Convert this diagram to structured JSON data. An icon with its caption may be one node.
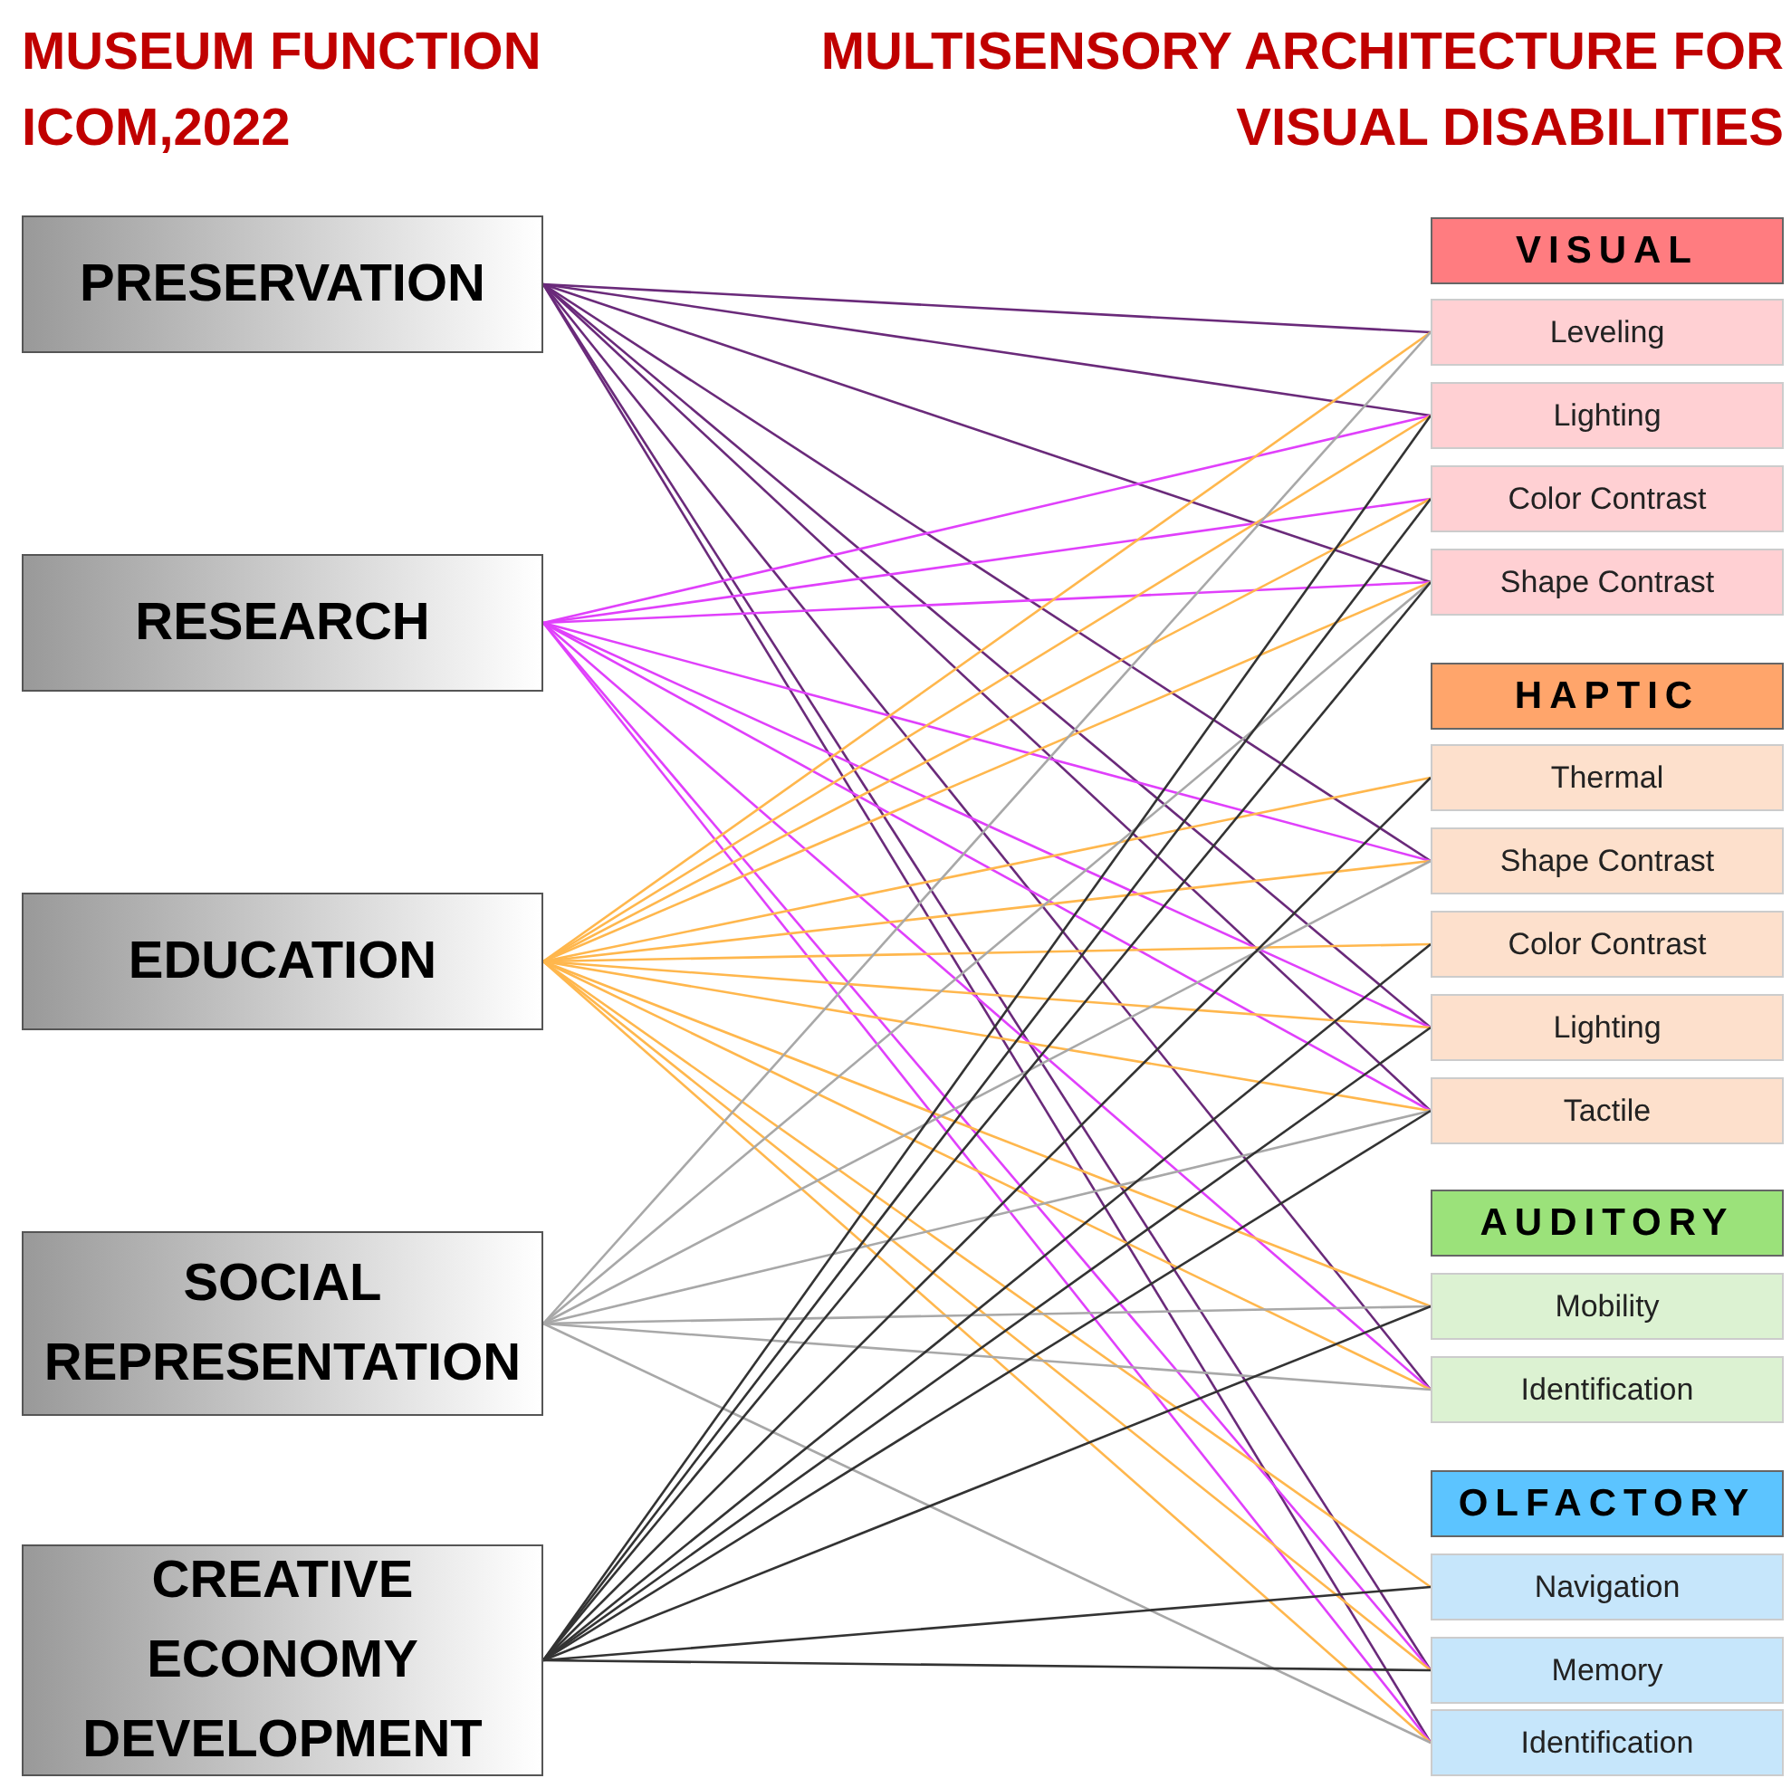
{
  "diagram": {
    "labels": [
      "MUSEUM FUNCTION ICOM,2022",
      "MULTISENSORY ARCHITECTURE FOR VISUAL DISABILITIES"
    ],
    "nodes": [
      {
        "text": [
          "PRESERVATION"
        ]
      },
      {
        "text": [
          "RESEARCH"
        ]
      },
      {
        "text": [
          "EDUCATION"
        ]
      },
      {
        "text": [
          "SOCIAL REPRESENTATION"
        ]
      },
      {
        "text": [
          "CREATIVE ECONOMY DEVELOPMENT"
        ]
      },
      {
        "text": [
          "VISUAL"
        ]
      },
      {
        "text": [
          "Leveling"
        ]
      },
      {
        "text": [
          "Lighting"
        ]
      },
      {
        "text": [
          "Color Contrast"
        ]
      },
      {
        "text": [
          "Shape Contrast"
        ]
      },
      {
        "text": [
          "HAPTIC"
        ]
      },
      {
        "text": [
          "Thermal"
        ]
      },
      {
        "text": [
          "Shape Contrast"
        ]
      },
      {
        "text": [
          "Color Contrast"
        ]
      },
      {
        "text": [
          "Lighting"
        ]
      },
      {
        "text": [
          "Tactile"
        ]
      },
      {
        "text": [
          "AUDITORY"
        ]
      },
      {
        "text": [
          "Mobility"
        ]
      },
      {
        "text": [
          "Identification"
        ]
      },
      {
        "text": [
          "OLFACTORY"
        ]
      },
      {
        "text": [
          "Navigation"
        ]
      },
      {
        "text": [
          "Memory"
        ]
      },
      {
        "text": [
          "Identification"
        ]
      }
    ],
    "edges": [
      {
        "from": 0,
        "to": 6,
        "arrow": "none",
        "color": "#6a2a7a"
      },
      {
        "from": 0,
        "to": 7,
        "arrow": "none",
        "color": "#6a2a7a"
      },
      {
        "from": 0,
        "to": 9,
        "arrow": "none",
        "color": "#6a2a7a"
      },
      {
        "from": 0,
        "to": 12,
        "arrow": "none",
        "color": "#6a2a7a"
      },
      {
        "from": 0,
        "to": 14,
        "arrow": "none",
        "color": "#6a2a7a"
      },
      {
        "from": 0,
        "to": 15,
        "arrow": "none",
        "color": "#6a2a7a"
      },
      {
        "from": 0,
        "to": 18,
        "arrow": "none",
        "color": "#6a2a7a"
      },
      {
        "from": 0,
        "to": 21,
        "arrow": "none",
        "color": "#6a2a7a"
      },
      {
        "from": 0,
        "to": 22,
        "arrow": "none",
        "color": "#6a2a7a"
      },
      {
        "from": 1,
        "to": 7,
        "arrow": "none",
        "color": "#e040fb"
      },
      {
        "from": 1,
        "to": 8,
        "arrow": "none",
        "color": "#e040fb"
      },
      {
        "from": 1,
        "to": 9,
        "arrow": "none",
        "color": "#e040fb"
      },
      {
        "from": 1,
        "to": 12,
        "arrow": "none",
        "color": "#e040fb"
      },
      {
        "from": 1,
        "to": 14,
        "arrow": "none",
        "color": "#e040fb"
      },
      {
        "from": 1,
        "to": 15,
        "arrow": "none",
        "color": "#e040fb"
      },
      {
        "from": 1,
        "to": 18,
        "arrow": "none",
        "color": "#e040fb"
      },
      {
        "from": 1,
        "to": 21,
        "arrow": "none",
        "color": "#e040fb"
      },
      {
        "from": 1,
        "to": 22,
        "arrow": "none",
        "color": "#e040fb"
      },
      {
        "from": 2,
        "to": 6,
        "arrow": "none",
        "color": "#ffb74d"
      },
      {
        "from": 2,
        "to": 7,
        "arrow": "none",
        "color": "#ffb74d"
      },
      {
        "from": 2,
        "to": 8,
        "arrow": "none",
        "color": "#ffb74d"
      },
      {
        "from": 2,
        "to": 9,
        "arrow": "none",
        "color": "#ffb74d"
      },
      {
        "from": 2,
        "to": 11,
        "arrow": "none",
        "color": "#ffb74d"
      },
      {
        "from": 2,
        "to": 12,
        "arrow": "none",
        "color": "#ffb74d"
      },
      {
        "from": 2,
        "to": 13,
        "arrow": "none",
        "color": "#ffb74d"
      },
      {
        "from": 2,
        "to": 14,
        "arrow": "none",
        "color": "#ffb74d"
      },
      {
        "from": 2,
        "to": 15,
        "arrow": "none",
        "color": "#ffb74d"
      },
      {
        "from": 2,
        "to": 17,
        "arrow": "none",
        "color": "#ffb74d"
      },
      {
        "from": 2,
        "to": 18,
        "arrow": "none",
        "color": "#ffb74d"
      },
      {
        "from": 2,
        "to": 20,
        "arrow": "none",
        "color": "#ffb74d"
      },
      {
        "from": 2,
        "to": 21,
        "arrow": "none",
        "color": "#ffb74d"
      },
      {
        "from": 2,
        "to": 22,
        "arrow": "none",
        "color": "#ffb74d"
      },
      {
        "from": 3,
        "to": 6,
        "arrow": "none",
        "color": "#a8a8a8"
      },
      {
        "from": 3,
        "to": 9,
        "arrow": "none",
        "color": "#a8a8a8"
      },
      {
        "from": 3,
        "to": 12,
        "arrow": "none",
        "color": "#a8a8a8"
      },
      {
        "from": 3,
        "to": 15,
        "arrow": "none",
        "color": "#a8a8a8"
      },
      {
        "from": 3,
        "to": 17,
        "arrow": "none",
        "color": "#a8a8a8"
      },
      {
        "from": 3,
        "to": 18,
        "arrow": "none",
        "color": "#a8a8a8"
      },
      {
        "from": 3,
        "to": 22,
        "arrow": "none",
        "color": "#a8a8a8"
      },
      {
        "from": 4,
        "to": 7,
        "arrow": "none",
        "color": "#333333"
      },
      {
        "from": 4,
        "to": 8,
        "arrow": "none",
        "color": "#333333"
      },
      {
        "from": 4,
        "to": 9,
        "arrow": "none",
        "color": "#333333"
      },
      {
        "from": 4,
        "to": 11,
        "arrow": "none",
        "color": "#333333"
      },
      {
        "from": 4,
        "to": 13,
        "arrow": "none",
        "color": "#333333"
      },
      {
        "from": 4,
        "to": 14,
        "arrow": "none",
        "color": "#333333"
      },
      {
        "from": 4,
        "to": 15,
        "arrow": "none",
        "color": "#333333"
      },
      {
        "from": 4,
        "to": 17,
        "arrow": "none",
        "color": "#333333"
      },
      {
        "from": 4,
        "to": 20,
        "arrow": "none",
        "color": "#333333"
      },
      {
        "from": 4,
        "to": 21,
        "arrow": "none",
        "color": "#333333"
      }
    ]
  }
}
